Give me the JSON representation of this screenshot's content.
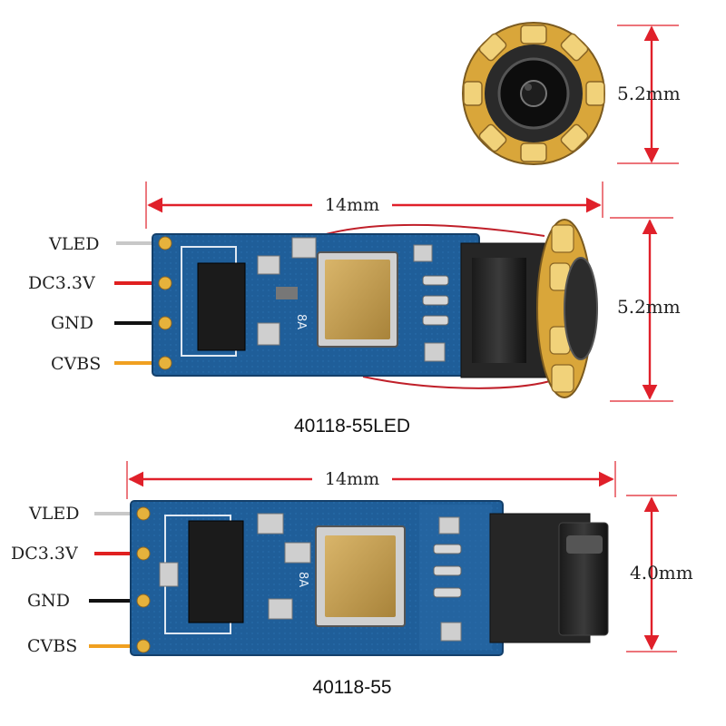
{
  "front_view": {
    "dimension_label": "5.2mm"
  },
  "module_led": {
    "model_label": "40118-55LED",
    "length_label": "14mm",
    "height_label": "5.2mm",
    "silkscreen": "8A",
    "pins": [
      {
        "label": "VLED",
        "wire_color": "#c8c8c8"
      },
      {
        "label": "DC3.3V",
        "wire_color": "#e02020"
      },
      {
        "label": "GND",
        "wire_color": "#111111"
      },
      {
        "label": "CVBS",
        "wire_color": "#f0a020"
      }
    ]
  },
  "module_plain": {
    "model_label": "40118-55",
    "length_label": "14mm",
    "height_label": "4.0mm",
    "silkscreen": "8A",
    "pins": [
      {
        "label": "VLED",
        "wire_color": "#c8c8c8"
      },
      {
        "label": "DC3.3V",
        "wire_color": "#e02020"
      },
      {
        "label": "GND",
        "wire_color": "#111111"
      },
      {
        "label": "CVBS",
        "wire_color": "#f0a020"
      }
    ]
  },
  "colors": {
    "dimension_line": "#e0202a",
    "pcb_blue": "#1f5e99",
    "chip_gold": "#c9a253",
    "led_yellow": "#e6b23c"
  }
}
